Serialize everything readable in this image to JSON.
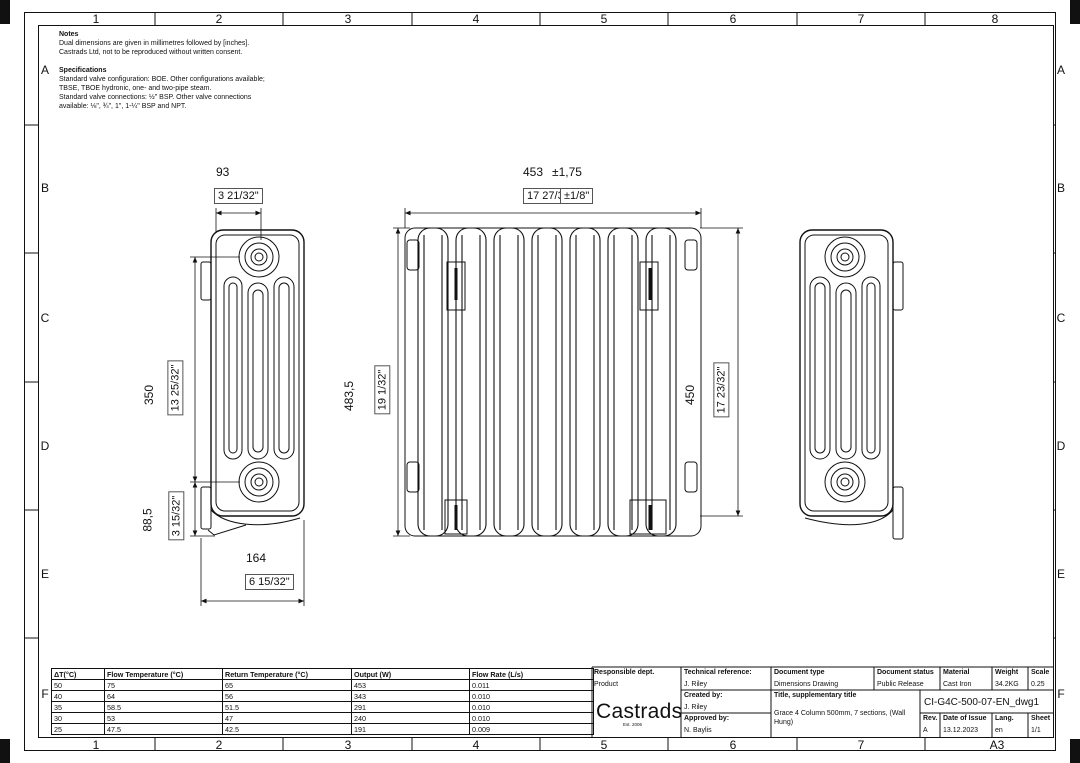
{
  "zones": {
    "columns": [
      "1",
      "2",
      "3",
      "4",
      "5",
      "6",
      "7",
      "8"
    ],
    "rows": [
      "A",
      "B",
      "C",
      "D",
      "E",
      "F"
    ]
  },
  "notes": {
    "heading": "Notes",
    "lines": [
      "Dual dimensions are given in millimetres followed by [inches].",
      "Castrads Ltd, not to be reproduced without written consent."
    ],
    "spec_heading": "Specifications",
    "spec_lines": [
      "Standard valve configuration: BOE. Other configurations available;",
      "TBSE, TBOE hydronic, one- and two-pipe steam.",
      "Standard valve connections: ½\" BSP. Other valve connections",
      "available: ⅛\", ¾\", 1\", 1-¼\" BSP and NPT."
    ]
  },
  "dimensions": {
    "side_depth_mm": "93",
    "side_depth_in": "3 21/32\"",
    "width_mm": "453",
    "width_tol_mm": "±1,75",
    "width_in": "17 27/32\"",
    "width_tol_in": "±1/8\"",
    "centres_mm": "350",
    "centres_in": "13 25/32\"",
    "floor_mm": "88,5",
    "floor_in": "3 15/32\"",
    "bracket_depth_mm": "164",
    "bracket_depth_in": "6 15/32\"",
    "height_mm": "483,5",
    "height_in": "19 1/32\"",
    "centres_front_mm": "450",
    "centres_front_in": "17 23/32\""
  },
  "performance_table": {
    "headers": [
      "ΔT(°C)",
      "Flow Temperature (°C)",
      "Return Temperature (°C)",
      "Output (W)",
      "Flow Rate (L/s)"
    ],
    "rows": [
      [
        "50",
        "75",
        "65",
        "453",
        "0.011"
      ],
      [
        "40",
        "64",
        "56",
        "343",
        "0.010"
      ],
      [
        "35",
        "58.5",
        "51.5",
        "291",
        "0.010"
      ],
      [
        "30",
        "53",
        "47",
        "240",
        "0.010"
      ],
      [
        "25",
        "47.5",
        "42.5",
        "191",
        "0.009"
      ]
    ]
  },
  "title_block": {
    "responsible_dept_label": "Responsible dept.",
    "responsible_dept": "Product",
    "technical_ref_label": "Technical reference:",
    "technical_ref": "J. Riley",
    "created_by_label": "Created by:",
    "created_by": "J. Riley",
    "approved_by_label": "Approved by:",
    "approved_by": "N. Baylis",
    "doc_type_label": "Document type",
    "doc_type": "Dimensions Drawing",
    "doc_status_label": "Document status",
    "doc_status": "Public Release",
    "material_label": "Material",
    "material": "Cast Iron",
    "weight_label": "Weight",
    "weight": "34.2KG",
    "scale_label": "Scale",
    "scale": "0.25",
    "title_label": "Title, supplementary title",
    "title": "Grace 4 Column 500mm, 7 sections, (Wall Hung)",
    "doc_number": "CI-G4C-500-07-EN_dwg1",
    "rev_label": "Rev.",
    "rev": "A",
    "date_label": "Date of Issue",
    "date": "13.12.2023",
    "lang_label": "Lang.",
    "lang": "en",
    "sheet_label": "Sheet",
    "sheet": "1/1",
    "paper_size": "A3",
    "company": "Castrads",
    "established": "Est. 2006"
  }
}
